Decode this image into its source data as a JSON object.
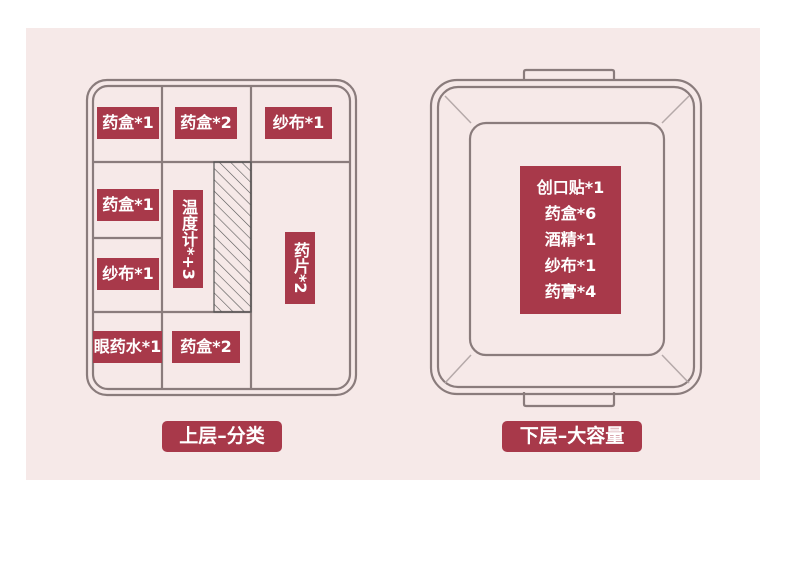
{
  "upper": {
    "cells": {
      "r1c1": "药盒*1",
      "r1c2": "药盒*2",
      "r1c3": "纱布*1",
      "r2c1": "药盒*1",
      "r3c1": "纱布*1",
      "thermometer": "温度计*+3",
      "tablets": "药片*2",
      "r4c1": "眼药水*1",
      "r4c2": "药盒*2"
    },
    "caption": "上层–分类"
  },
  "lower": {
    "items": [
      "创口贴*1",
      "药盒*6",
      "酒精*1",
      "纱布*1",
      "药膏*4"
    ],
    "caption": "下层–大容量"
  },
  "colors": {
    "accent": "#a8394a",
    "panel": "#f6e9e8",
    "stroke": "#8a7c7c"
  }
}
